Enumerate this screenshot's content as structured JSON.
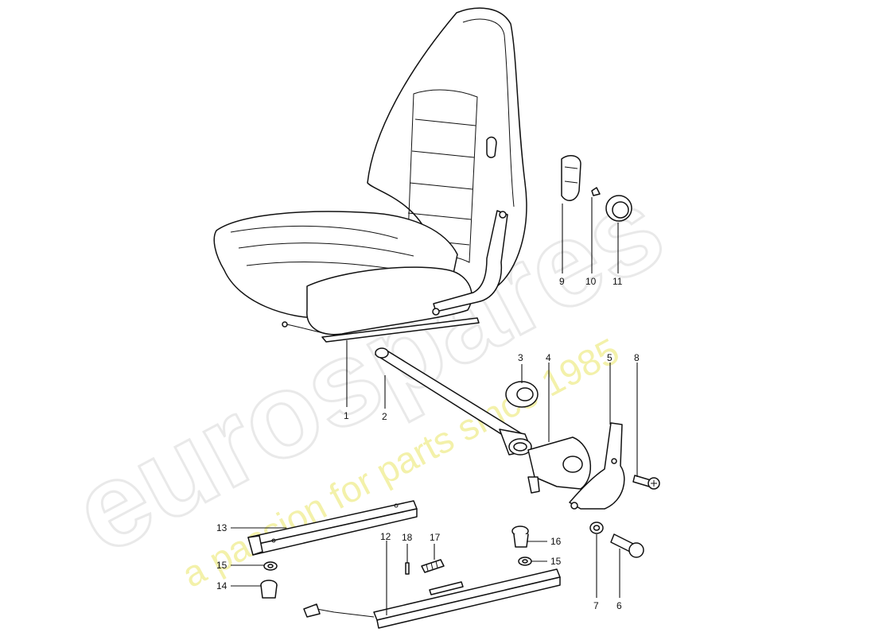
{
  "watermark": {
    "brand": "eurospares",
    "tagline": "a passion for parts since 1985"
  },
  "callouts": [
    {
      "id": "1",
      "label": "1"
    },
    {
      "id": "2",
      "label": "2"
    },
    {
      "id": "3",
      "label": "3"
    },
    {
      "id": "4",
      "label": "4"
    },
    {
      "id": "5",
      "label": "5"
    },
    {
      "id": "6",
      "label": "6"
    },
    {
      "id": "7",
      "label": "7"
    },
    {
      "id": "8",
      "label": "8"
    },
    {
      "id": "9",
      "label": "9"
    },
    {
      "id": "10",
      "label": "10"
    },
    {
      "id": "11",
      "label": "11"
    },
    {
      "id": "12",
      "label": "12"
    },
    {
      "id": "13",
      "label": "13"
    },
    {
      "id": "14",
      "label": "14"
    },
    {
      "id": "15a",
      "label": "15"
    },
    {
      "id": "15b",
      "label": "15"
    },
    {
      "id": "16",
      "label": "16"
    },
    {
      "id": "17",
      "label": "17"
    },
    {
      "id": "18",
      "label": "18"
    }
  ]
}
